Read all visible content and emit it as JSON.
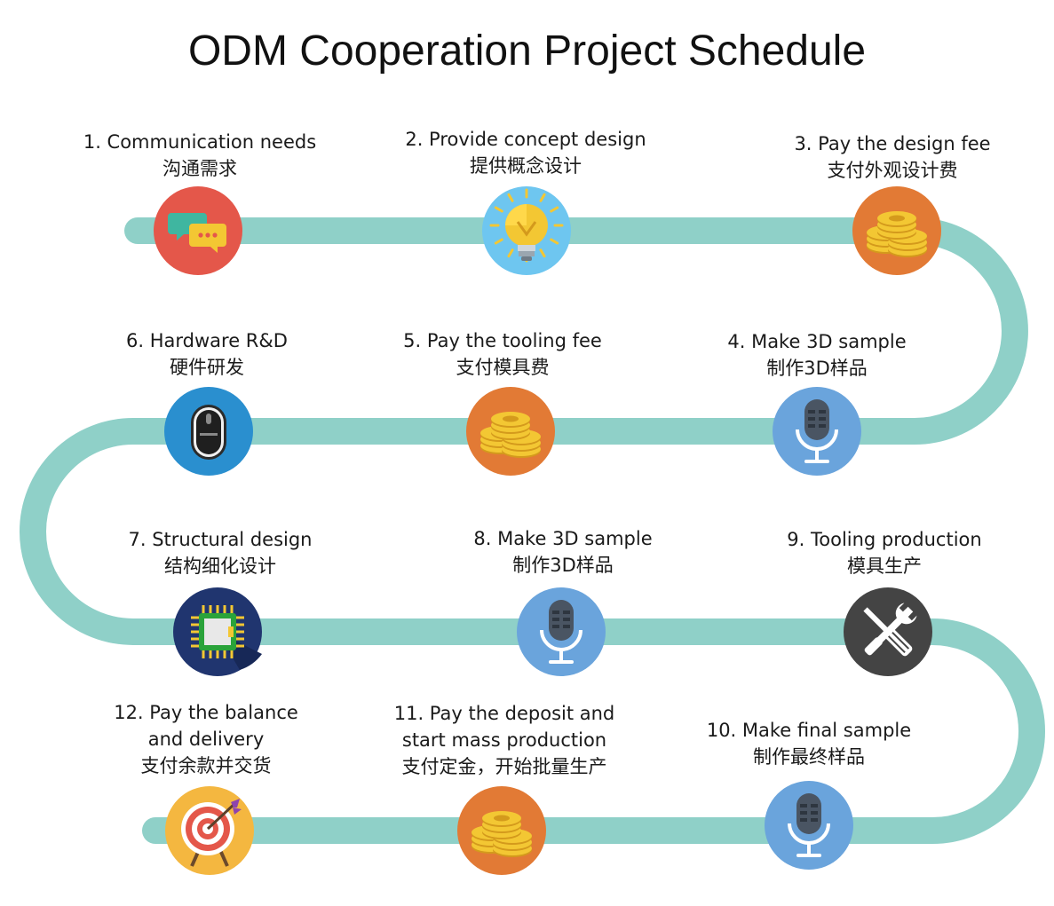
{
  "title": "ODM Cooperation Project Schedule",
  "colors": {
    "path": "#8fd0c8",
    "red": "#e4574a",
    "blue": "#6ec6f0",
    "orange": "#e27a35",
    "navy": "#20356f",
    "dark": "#444444",
    "mic": "#6aa4dc",
    "mouse": "#2a8fcf",
    "gold": "#f3c733",
    "gold_dark": "#d49a1c"
  },
  "steps": [
    {
      "lines": [
        "1. Communication needs",
        "沟通需求"
      ],
      "icon": "chat-bubbles-icon"
    },
    {
      "lines": [
        "2. Provide concept design",
        "提供概念设计"
      ],
      "icon": "lightbulb-icon"
    },
    {
      "lines": [
        "3. Pay the design fee",
        "支付外观设计费"
      ],
      "icon": "coins-icon"
    },
    {
      "lines": [
        "4. Make 3D sample",
        "制作3D样品"
      ],
      "icon": "microphone-icon"
    },
    {
      "lines": [
        "5. Pay the tooling fee",
        "支付模具费"
      ],
      "icon": "coins-icon"
    },
    {
      "lines": [
        "6. Hardware R&D",
        "硬件研发"
      ],
      "icon": "mouse-icon"
    },
    {
      "lines": [
        "7. Structural design",
        "结构细化设计"
      ],
      "icon": "chip-icon"
    },
    {
      "lines": [
        "8. Make 3D sample",
        "制作3D样品"
      ],
      "icon": "microphone-icon"
    },
    {
      "lines": [
        "9. Tooling production",
        "模具生产"
      ],
      "icon": "wrench-screwdriver-icon"
    },
    {
      "lines": [
        "10. Make final sample",
        "制作最终样品"
      ],
      "icon": "microphone-icon"
    },
    {
      "lines": [
        "11. Pay the deposit and",
        "start mass production",
        "支付定金，开始批量生产"
      ],
      "icon": "coins-icon"
    },
    {
      "lines": [
        "12. Pay the balance",
        "and delivery",
        "支付余款并交货"
      ],
      "icon": "target-icon"
    }
  ]
}
